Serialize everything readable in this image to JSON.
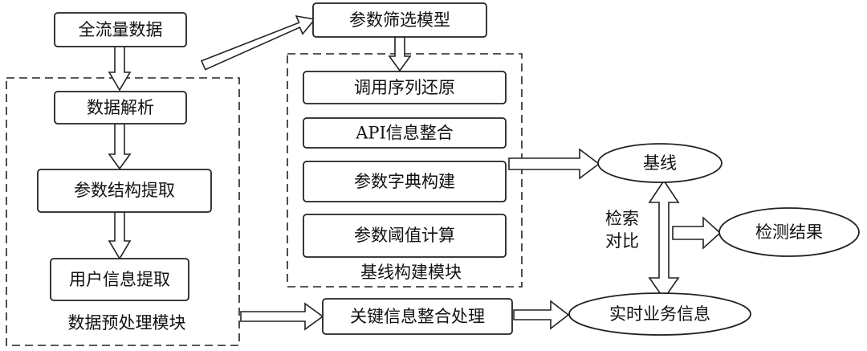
{
  "nodes": {
    "full_traffic": "全流量数据",
    "data_parse": "数据解析",
    "param_struct": "参数结构提取",
    "user_info": "用户信息提取",
    "param_filter": "参数筛选模型",
    "call_seq": "调用序列还原",
    "api_info": "API信息整合",
    "param_dict": "参数字典构建",
    "param_threshold": "参数阈值计算",
    "key_info": "关键信息整合处理",
    "baseline": "基线",
    "realtime": "实时业务信息",
    "detect_result": "检测结果"
  },
  "modules": {
    "preprocess": "数据预处理模块",
    "baseline_build": "基线构建模块"
  },
  "edge_labels": {
    "compare_line1": "检索",
    "compare_line2": "对比"
  }
}
